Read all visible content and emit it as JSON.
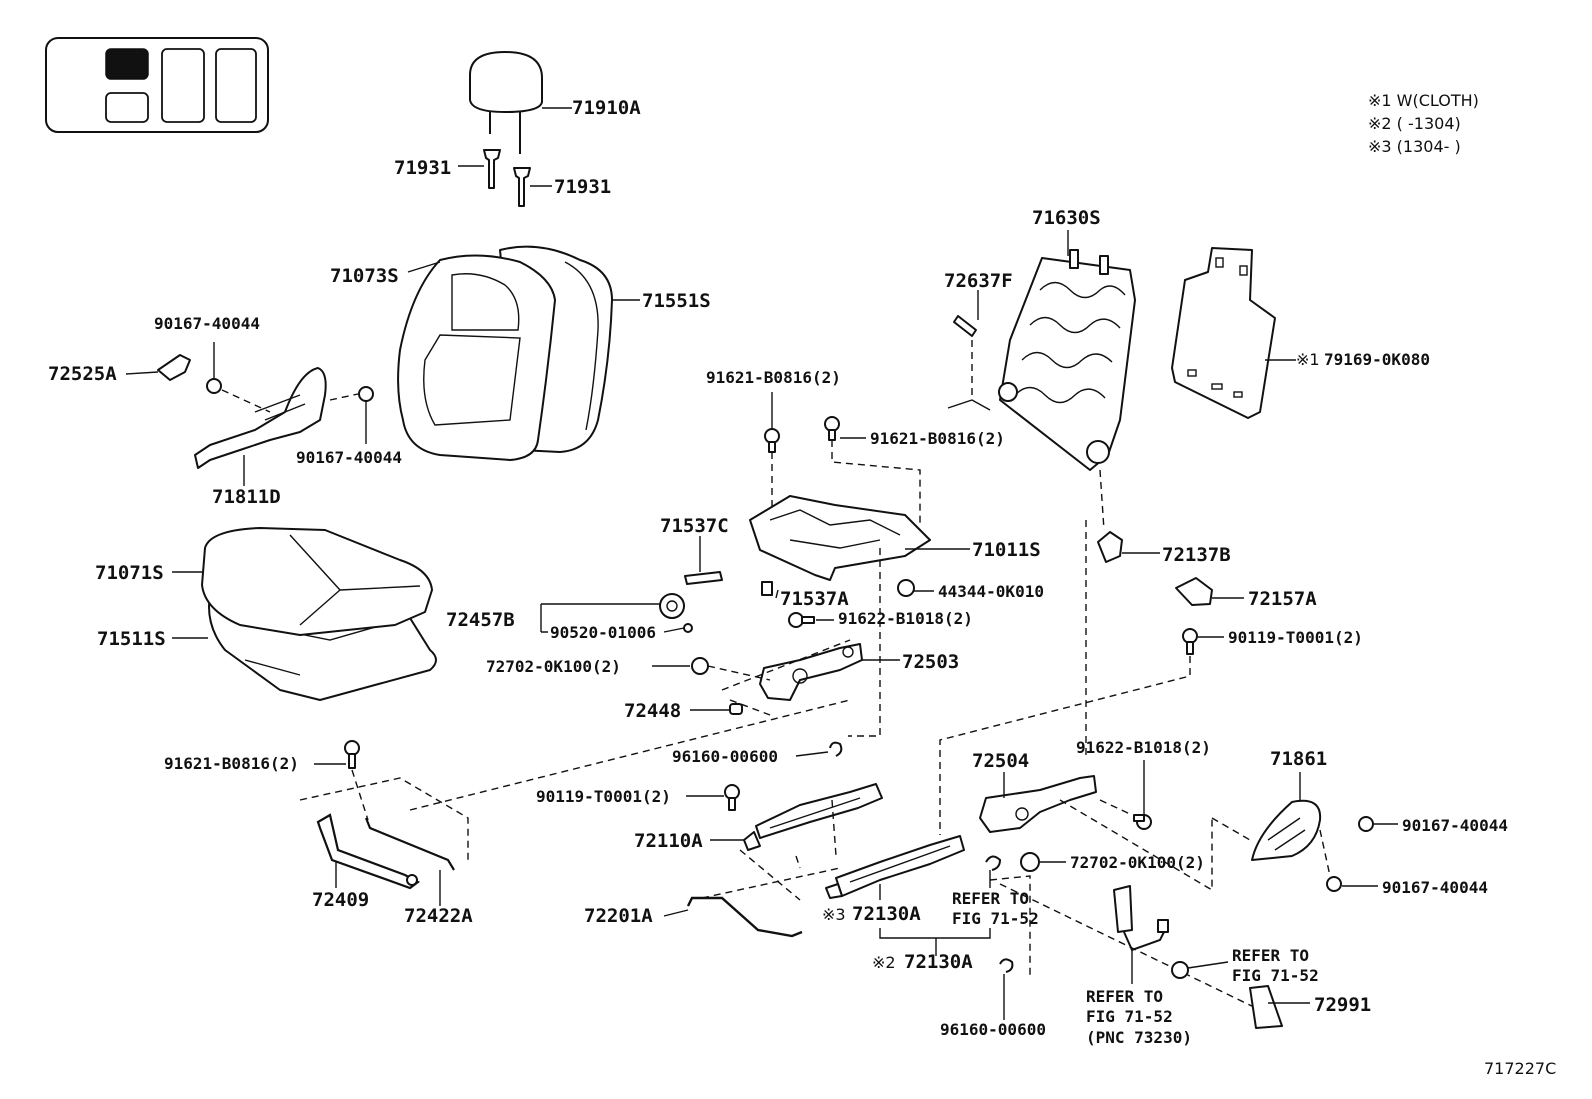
{
  "legend": {
    "note1": "※1 W(CLOTH)",
    "note2": "※2 (     -1304)",
    "note3": "※3 (1304-     )"
  },
  "labels": {
    "p71910A": "71910A",
    "p71931a": "71931",
    "p71931b": "71931",
    "p71073S": "71073S",
    "p71551S": "71551S",
    "p90167_40044_a": "90167-40044",
    "p72525A": "72525A",
    "p90167_40044_b": "90167-40044",
    "p71811D": "71811D",
    "p71071S": "71071S",
    "p71511S": "71511S",
    "p71630S": "71630S",
    "p72637F": "72637F",
    "p79169": "79169-0K080",
    "p79169_mark": "※1",
    "p91621_B0816_a": "91621-B0816(2)",
    "p91621_B0816_b": "91621-B0816(2)",
    "p71537C": "71537C",
    "p71011S": "71011S",
    "p72137B": "72137B",
    "p72157A": "72157A",
    "p71537A": "71537A",
    "p44344": "44344-0K010",
    "p72457B": "72457B",
    "p90520": "90520-01006",
    "p91622_B1018_a": "91622-B1018(2)",
    "p90119_T0001_a": "90119-T0001(2)",
    "p72702_a": "72702-0K100(2)",
    "p72503": "72503",
    "p72448": "72448",
    "p96160_a": "96160-00600",
    "p91621_B0816_c": "91621-B0816(2)",
    "p90119_T0001_b": "90119-T0001(2)",
    "p72504": "72504",
    "p91622_B1018_b": "91622-B1018(2)",
    "p71861": "71861",
    "p72110A": "72110A",
    "p90167_40044_c": "90167-40044",
    "p72702_b": "72702-0K100(2)",
    "p90167_40044_d": "90167-40044",
    "p72409": "72409",
    "p72422A": "72422A",
    "p72201A": "72201A",
    "p72130A_a": "72130A",
    "p72130A_a_mark": "※3",
    "refer1a": "REFER TO",
    "refer1b": "FIG 71-52",
    "p72130A_b": "72130A",
    "p72130A_b_mark": "※2",
    "refer2a": "REFER TO",
    "refer2b": "FIG 71-52",
    "p72991": "72991",
    "refer3a": "REFER TO",
    "refer3b": "FIG 71-52",
    "refer3c": "(PNC 73230)",
    "p96160_b": "96160-00600",
    "figcode": "717227C"
  }
}
